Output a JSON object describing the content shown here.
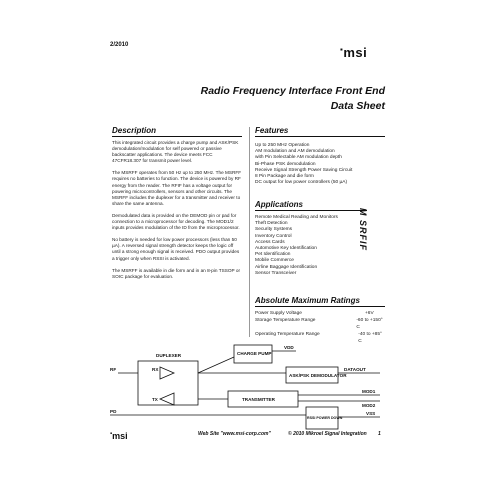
{
  "header": {
    "date": "2/2010",
    "logo": "msi",
    "title_line1": "Radio Frequency Interface Front End",
    "title_line2": "Data Sheet"
  },
  "description": {
    "heading": "Description",
    "p1": "This integrated circuit provides a charge pump and ASK/PSK demodulation/modulation for self powered or passive backscatter applications. The device meets FCC 47CFR18.307 for transmit power level.",
    "p2": "The MSRFF operates from 50 Hz up to 250 MHz. The MSRFF requires no batteries to function. The device is powered by RF energy from the reader. The RFIF has a voltage output for powering microcontrollers, sensors and other circuits. The MSRFF includes the duplexer for a transmitter and receiver to share the same antenna.",
    "p3": "Demodulated data is provided on the DEMOD pin or pad for connection to a microprocessor for decoding. The MOD1/2 inputs provides modulation of the ID from the microprocessor.",
    "p4": "No battery is needed for low power processors (less than 50 µA). A reversed signal strength detector keeps the logic off until a strong enough signal is received. PDO output provides a trigger only when RSSI is activated.",
    "p5": "The MSRFF is available in die form and in an 8-pin TSSOP or SOIC package for evaluation."
  },
  "features": {
    "heading": "Features",
    "items": [
      "Up to 250 MHz Operation",
      "AM modulation and AM demodulation",
      "with Pin Selectable AM modulation depth",
      "Bi-Phase PSK demodulation",
      "Receive Signal Strength Power Saving Circuit",
      "8 Pin Package and die form",
      "DC output for low power controllers (50 µA)"
    ]
  },
  "applications": {
    "heading": "Applications",
    "items": [
      "Remote Medical Reading and Monitors",
      "Theft Detection",
      "Security Systems",
      "Inventory Control",
      "Access Cards",
      "Automotive Key Identification",
      "Pet Identification",
      "Mobile Commerce",
      "Airline Baggage Identification",
      "Sensor Transceiver"
    ]
  },
  "ratings": {
    "heading": "Absolute Maximum Ratings",
    "rows": [
      {
        "label": "Power Supply Voltage",
        "value": "+6V"
      },
      {
        "label": "Storage Temperature Range",
        "value": "-60 to +150° C"
      },
      {
        "label": "Operating Temperature Range",
        "value": "-40 to +85° C"
      }
    ]
  },
  "sidebar_label": "M SRFIF",
  "diagram": {
    "duplexer": "DUPLEXER",
    "rf": "RF",
    "rx": "RX",
    "tx": "TX",
    "charge_pump": "CHARGE PUMP",
    "vdd": "VDD",
    "demodulator": "ASK/PSK DEMODULATOR",
    "dataout": "DATAOUT",
    "transmitter": "TRANSMITTER",
    "mod1": "MOD1",
    "mod2": "MOD2",
    "rssi": "RSSI POWER DOWN",
    "vss": "VSS",
    "pd": "PD"
  },
  "footer": {
    "logo": "msi",
    "web": "Web Site \"www.msi-corp.com\"",
    "copyright": "© 2010 Mikroel Signal Integration",
    "page": "1"
  }
}
